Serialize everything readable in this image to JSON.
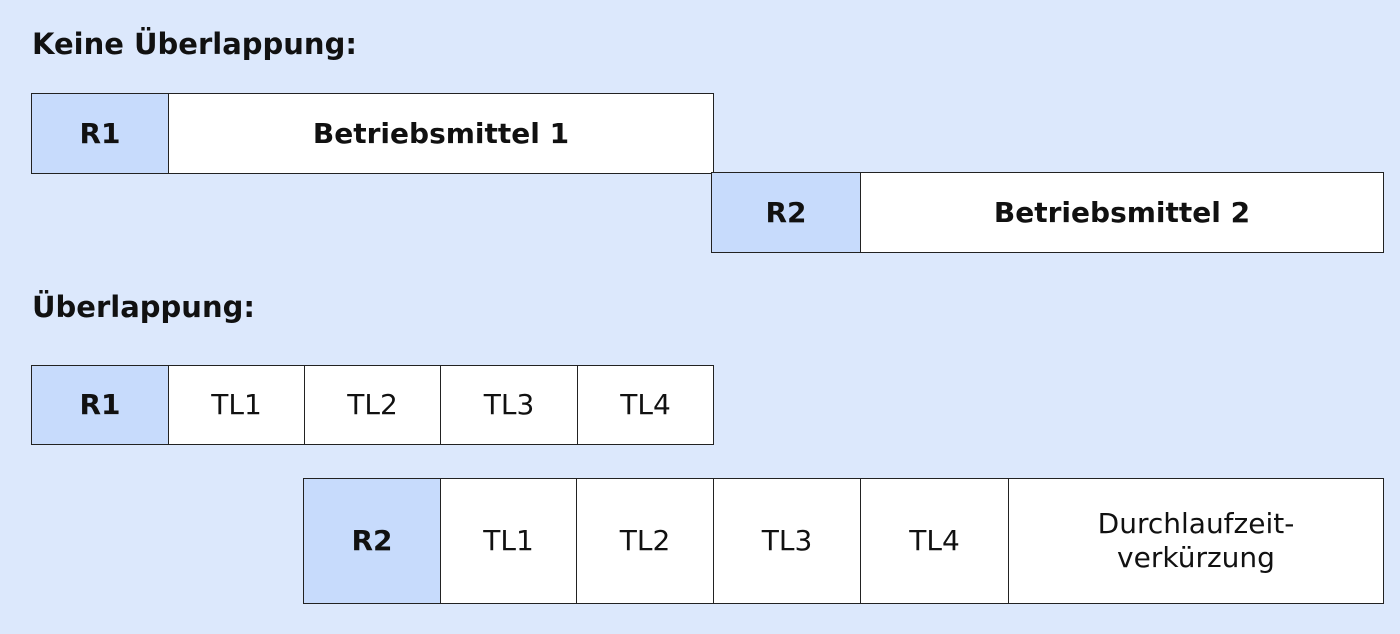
{
  "colors": {
    "background": "#dce8fc",
    "resource_cell": "#c7dbfc",
    "cell": "#ffffff",
    "border": "#222222"
  },
  "no_overlap": {
    "heading": "Keine Überlappung:",
    "row1": {
      "resource": "R1",
      "label": "Betriebsmittel 1"
    },
    "row2": {
      "resource": "R2",
      "label": "Betriebsmittel 2"
    }
  },
  "overlap": {
    "heading": "Überlappung:",
    "row1": {
      "resource": "R1",
      "parts": [
        "TL1",
        "TL2",
        "TL3",
        "TL4"
      ]
    },
    "row2": {
      "resource": "R2",
      "parts": [
        "TL1",
        "TL2",
        "TL3",
        "TL4"
      ],
      "result_line1": "Durchlaufzeit-",
      "result_line2": "verkürzung"
    }
  }
}
